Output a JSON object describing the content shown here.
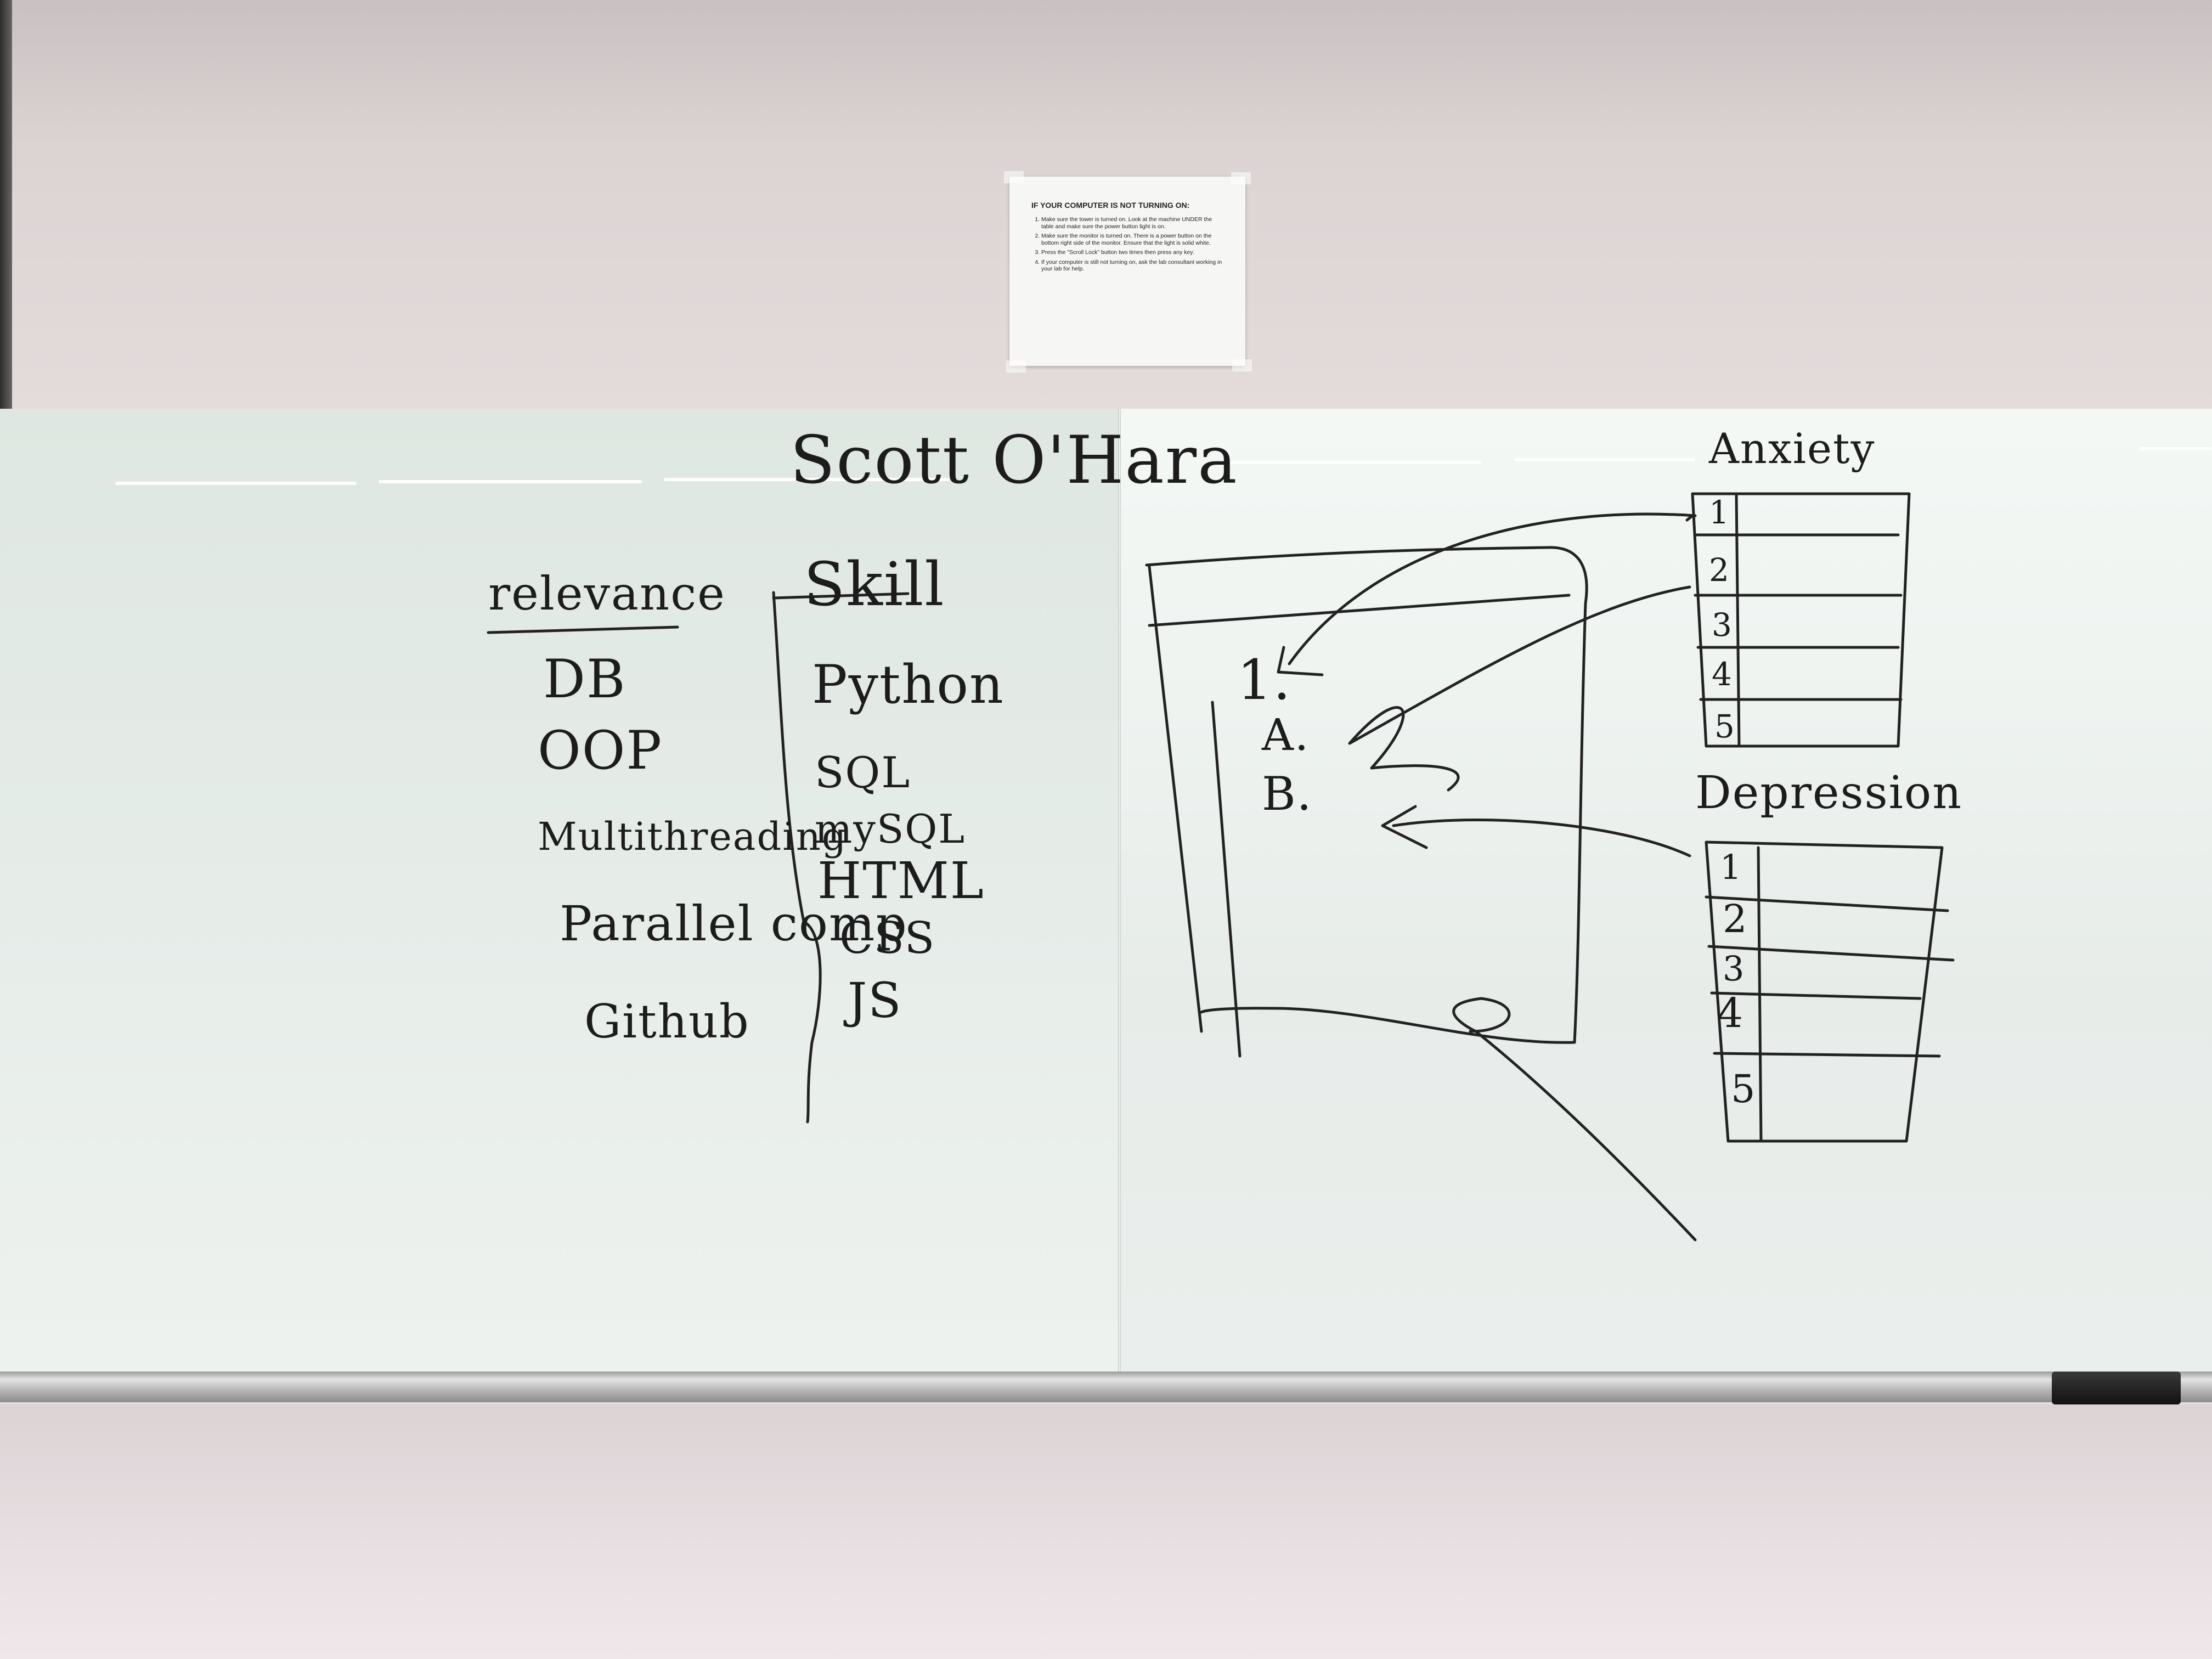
{
  "notice": {
    "title": "IF YOUR COMPUTER IS NOT TURNING ON:",
    "steps": [
      "Make sure the tower is turned on. Look at the machine UNDER the table and make sure the power button light is on.",
      "Make sure the monitor is turned on. There is a power button on the bottom right side of the monitor. Ensure that the light is solid white.",
      "Press the \"Scroll Lock\" button two times then press any key.",
      "If your computer is still not turning on, ask the lab consultant working in your lab for help."
    ]
  },
  "whiteboard": {
    "heading": "Scott O'Hara",
    "relevance": {
      "title": "relevance",
      "items": [
        "DB",
        "OOP",
        "Multithreading",
        "Parallel comp",
        "Github"
      ]
    },
    "skill": {
      "title": "Skill",
      "items": [
        "Python",
        "SQL",
        "mySQL",
        "HTML",
        "CSS",
        "JS"
      ]
    },
    "outline": {
      "items": [
        "1.",
        "A.",
        "B."
      ]
    },
    "anxiety": {
      "title": "Anxiety",
      "rows": [
        "1",
        "2",
        "3",
        "4",
        "5"
      ]
    },
    "depression": {
      "title": "Depression",
      "rows": [
        "1",
        "2",
        "3",
        "4",
        "5"
      ]
    }
  },
  "colors": {
    "ink": "#1c1c1c",
    "board": "#eef3f0",
    "wall": "#e6dfdf"
  }
}
